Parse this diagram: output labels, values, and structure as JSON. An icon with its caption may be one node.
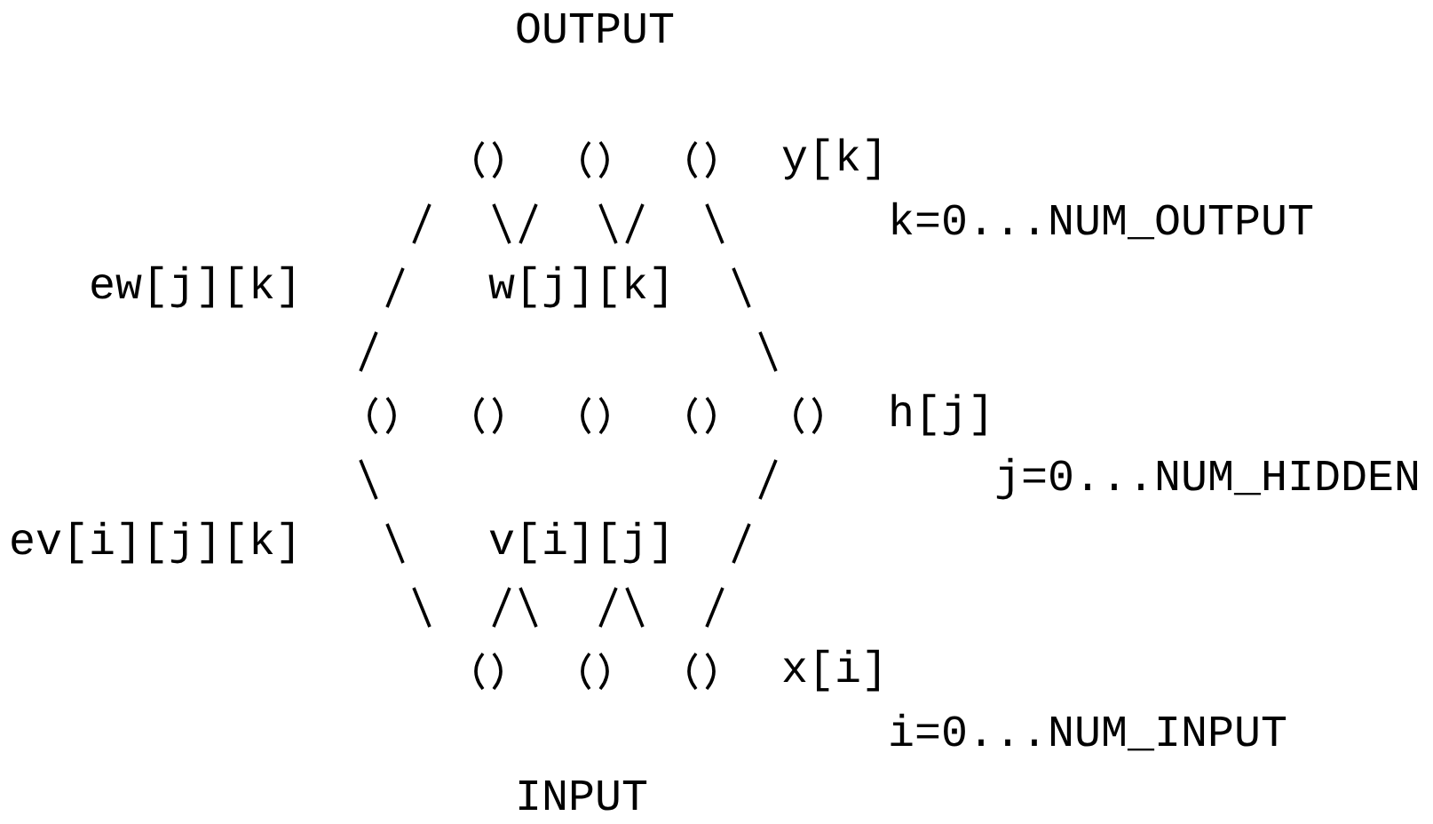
{
  "diagram": {
    "nodes": [
      {
        "text": [],
        "shape": "circle"
      },
      {
        "text": [],
        "shape": "circle"
      },
      {
        "text": [],
        "shape": "circle"
      },
      {
        "text": [],
        "shape": "circle"
      },
      {
        "text": [],
        "shape": "circle"
      },
      {
        "text": [],
        "shape": "circle"
      },
      {
        "text": [],
        "shape": "circle"
      },
      {
        "text": [],
        "shape": "circle"
      },
      {
        "text": [],
        "shape": "circle"
      },
      {
        "text": [],
        "shape": "circle"
      },
      {
        "text": [],
        "shape": "circle"
      }
    ],
    "labels": [
      "OUTPUT",
      "y[k]",
      "k=0...NUM_OUTPUT",
      "ew[j][k]",
      "w[j][k]",
      "h[j]",
      "j=0...NUM_HIDDEN",
      "ev[i][j][k]",
      "v[i][j]",
      "x[i]",
      "i=0...NUM_INPUT",
      "INPUT"
    ]
  }
}
